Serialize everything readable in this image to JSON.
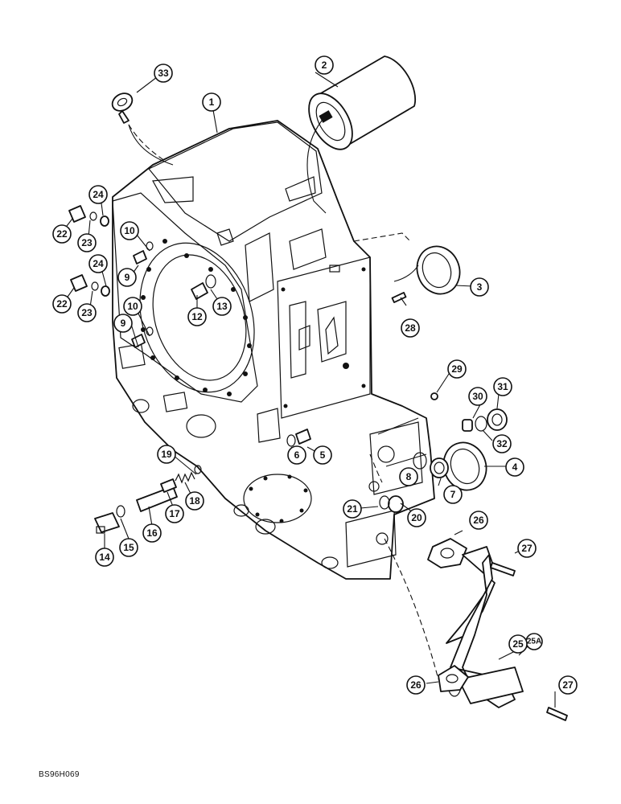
{
  "reference_code": "BS96H069",
  "callouts": [
    {
      "label": "33"
    },
    {
      "label": "1"
    },
    {
      "label": "2"
    },
    {
      "label": "24"
    },
    {
      "label": "22"
    },
    {
      "label": "23"
    },
    {
      "label": "10"
    },
    {
      "label": "9"
    },
    {
      "label": "24"
    },
    {
      "label": "13"
    },
    {
      "label": "12"
    },
    {
      "label": "22"
    },
    {
      "label": "23"
    },
    {
      "label": "10"
    },
    {
      "label": "9"
    },
    {
      "label": "3"
    },
    {
      "label": "28"
    },
    {
      "label": "29"
    },
    {
      "label": "31"
    },
    {
      "label": "30"
    },
    {
      "label": "32"
    },
    {
      "label": "6"
    },
    {
      "label": "5"
    },
    {
      "label": "19"
    },
    {
      "label": "8"
    },
    {
      "label": "4"
    },
    {
      "label": "18"
    },
    {
      "label": "7"
    },
    {
      "label": "17"
    },
    {
      "label": "21"
    },
    {
      "label": "16"
    },
    {
      "label": "20"
    },
    {
      "label": "14"
    },
    {
      "label": "15"
    },
    {
      "label": "26"
    },
    {
      "label": "27"
    },
    {
      "label": "25A"
    },
    {
      "label": "25"
    },
    {
      "label": "26"
    },
    {
      "label": "27"
    }
  ]
}
